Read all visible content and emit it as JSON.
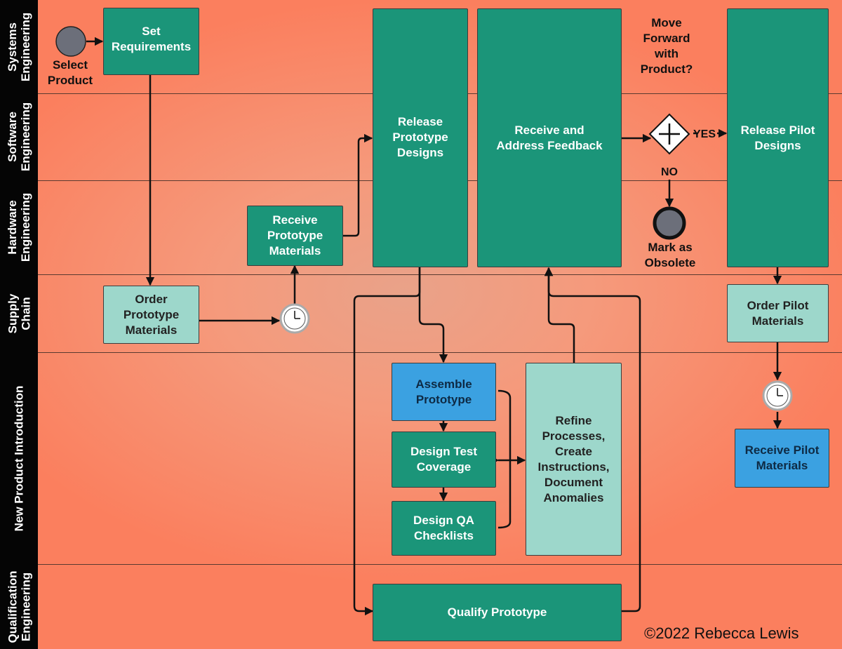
{
  "lanes": [
    "Systems\nEngineering",
    "Software\nEngineering",
    "Hardware\nEngineering",
    "Supply\nChain",
    "New Product Introduction",
    "Qualification\nEngineering"
  ],
  "events": {
    "start": "Select\nProduct",
    "end": "Mark as\nObsolete"
  },
  "tasks": {
    "set_requirements": "Set\nRequirements",
    "order_prototype_materials": "Order\nPrototype\nMaterials",
    "receive_prototype_materials": "Receive\nPrototype\nMaterials",
    "release_prototype_designs": "Release\nPrototype\nDesigns",
    "receive_feedback": "Receive and\nAddress Feedback",
    "release_pilot_designs": "Release Pilot\nDesigns",
    "order_pilot_materials": "Order Pilot\nMaterials",
    "receive_pilot_materials": "Receive Pilot\nMaterials",
    "assemble_prototype": "Assemble\nPrototype",
    "design_test_coverage": "Design Test\nCoverage",
    "design_qa_checklists": "Design QA\nChecklists",
    "refine_processes": "Refine\nProcesses,\nCreate\nInstructions,\nDocument\nAnomalies",
    "qualify_prototype": "Qualify Prototype"
  },
  "gateway": {
    "question": "Move\nForward\nwith\nProduct?",
    "yes": "YES",
    "no": "NO"
  },
  "copyright": "©2022 Rebecca Lewis",
  "colors": {
    "task_dark": "#1b9579",
    "task_light": "#9dd7cb",
    "task_blue": "#3ba1e1",
    "lane_header": "#050505",
    "background": "#fb7f5e"
  }
}
